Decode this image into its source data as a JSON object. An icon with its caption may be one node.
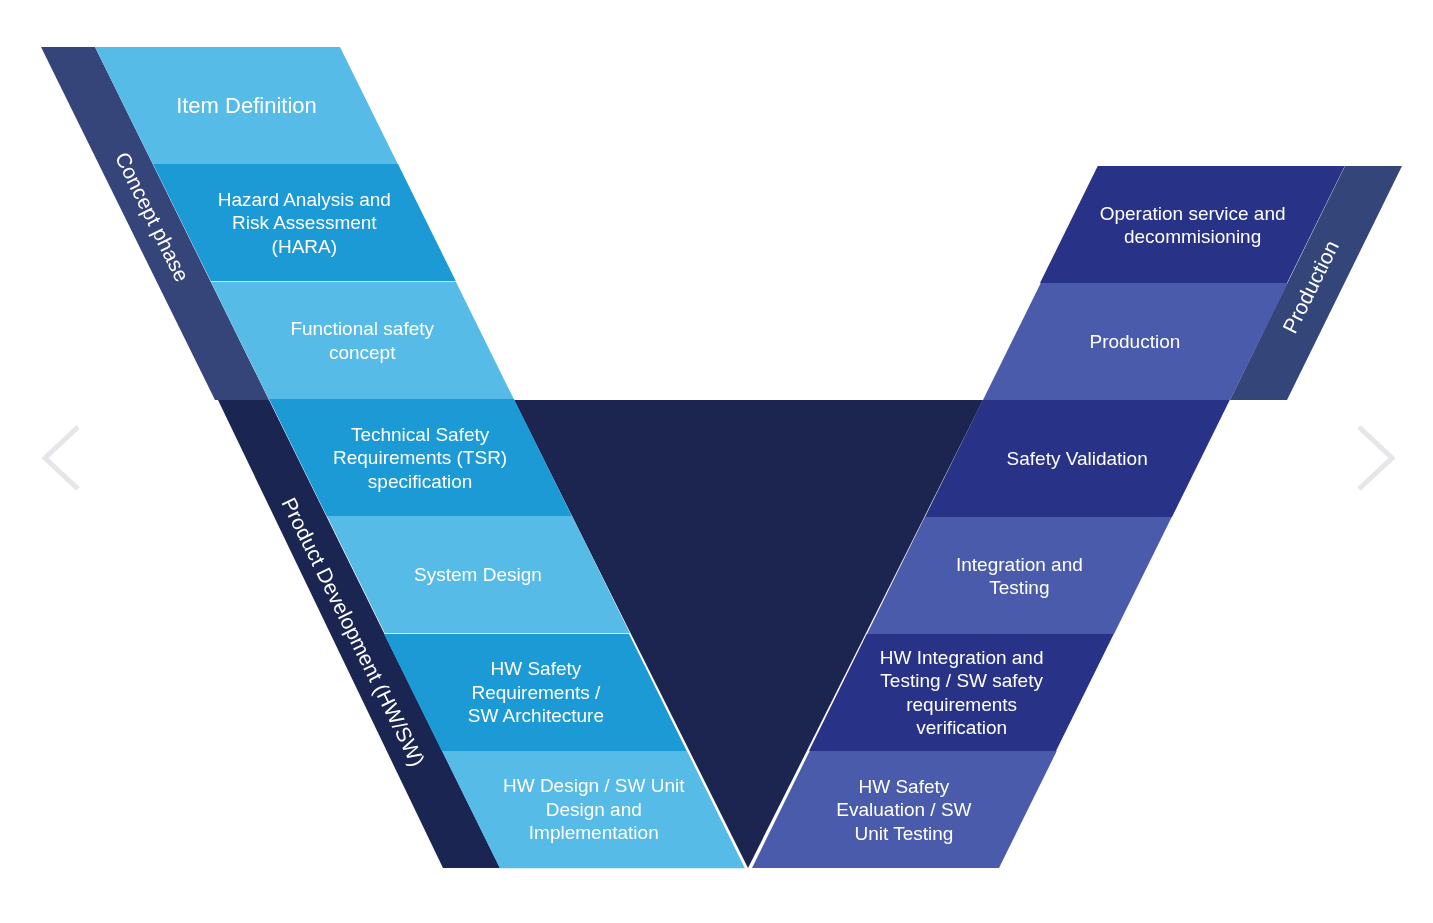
{
  "diagram": {
    "nodes": [
      {
        "text": [
          "Concept phase"
        ]
      },
      {
        "text": [
          "Item Definition"
        ]
      },
      {
        "text": [
          "Hazard Analysis and Risk Assessment (HARA)"
        ]
      },
      {
        "text": [
          "Functional safety concept"
        ]
      },
      {
        "text": [
          "Product Development (HW/SW)"
        ]
      },
      {
        "text": [
          "Technical Safety Requirements (TSR) specification"
        ]
      },
      {
        "text": [
          "System Design"
        ]
      },
      {
        "text": [
          "HW Safety Requirements / SW Architecture"
        ]
      },
      {
        "text": [
          "HW Design / SW Unit Design and Implementation"
        ]
      },
      {
        "text": [
          "Operation service and decommisioning"
        ]
      },
      {
        "text": [
          "Production"
        ]
      },
      {
        "text": [
          "Production"
        ]
      },
      {
        "text": [
          "Safety Validation"
        ]
      },
      {
        "text": [
          "Integration and Testing"
        ]
      },
      {
        "text": [
          "HW Integration and Testing / SW safety requirements verification"
        ]
      },
      {
        "text": [
          "HW Safety Evaluation / SW Unit Testing"
        ]
      }
    ]
  }
}
